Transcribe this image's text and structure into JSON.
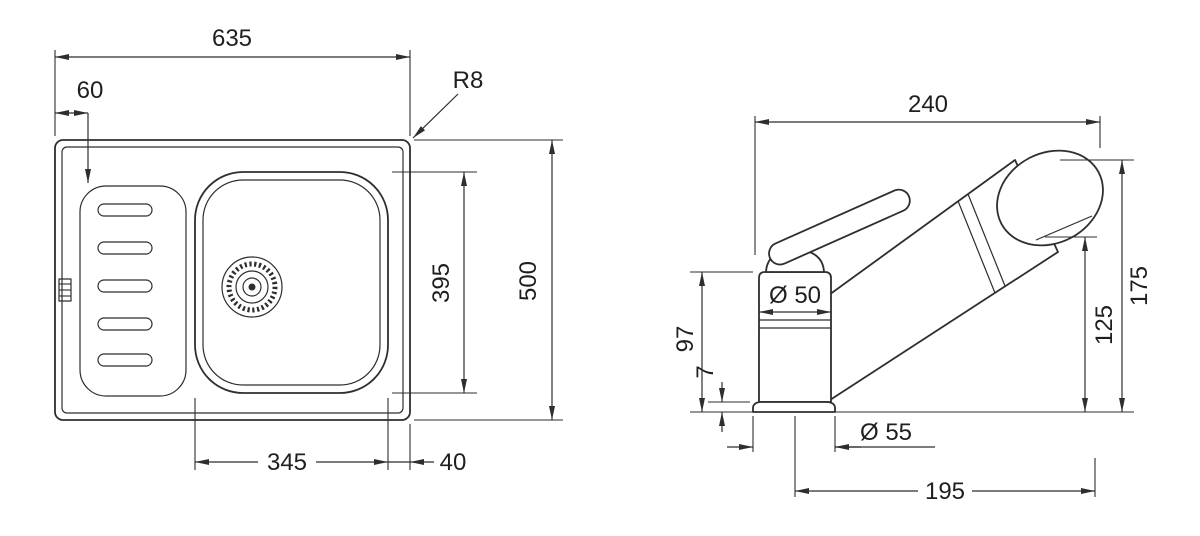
{
  "drawing": {
    "background": "#ffffff",
    "line_color": "#2e2e2e"
  },
  "sink_view": {
    "dims": {
      "overall_width": "635",
      "ledge_offset": "60",
      "corner_radius": "R8",
      "bowl_depth": "395",
      "overall_depth": "500",
      "bowl_width": "345",
      "bowl_edge_gap": "40"
    }
  },
  "faucet_view": {
    "dims": {
      "overall_reach": "240",
      "body_diameter": "Ø 50",
      "body_height": "97",
      "base_height": "7",
      "outlet_low_height": "125",
      "outlet_high_height": "175",
      "base_diameter": "Ø 55",
      "axis_reach": "195"
    }
  }
}
